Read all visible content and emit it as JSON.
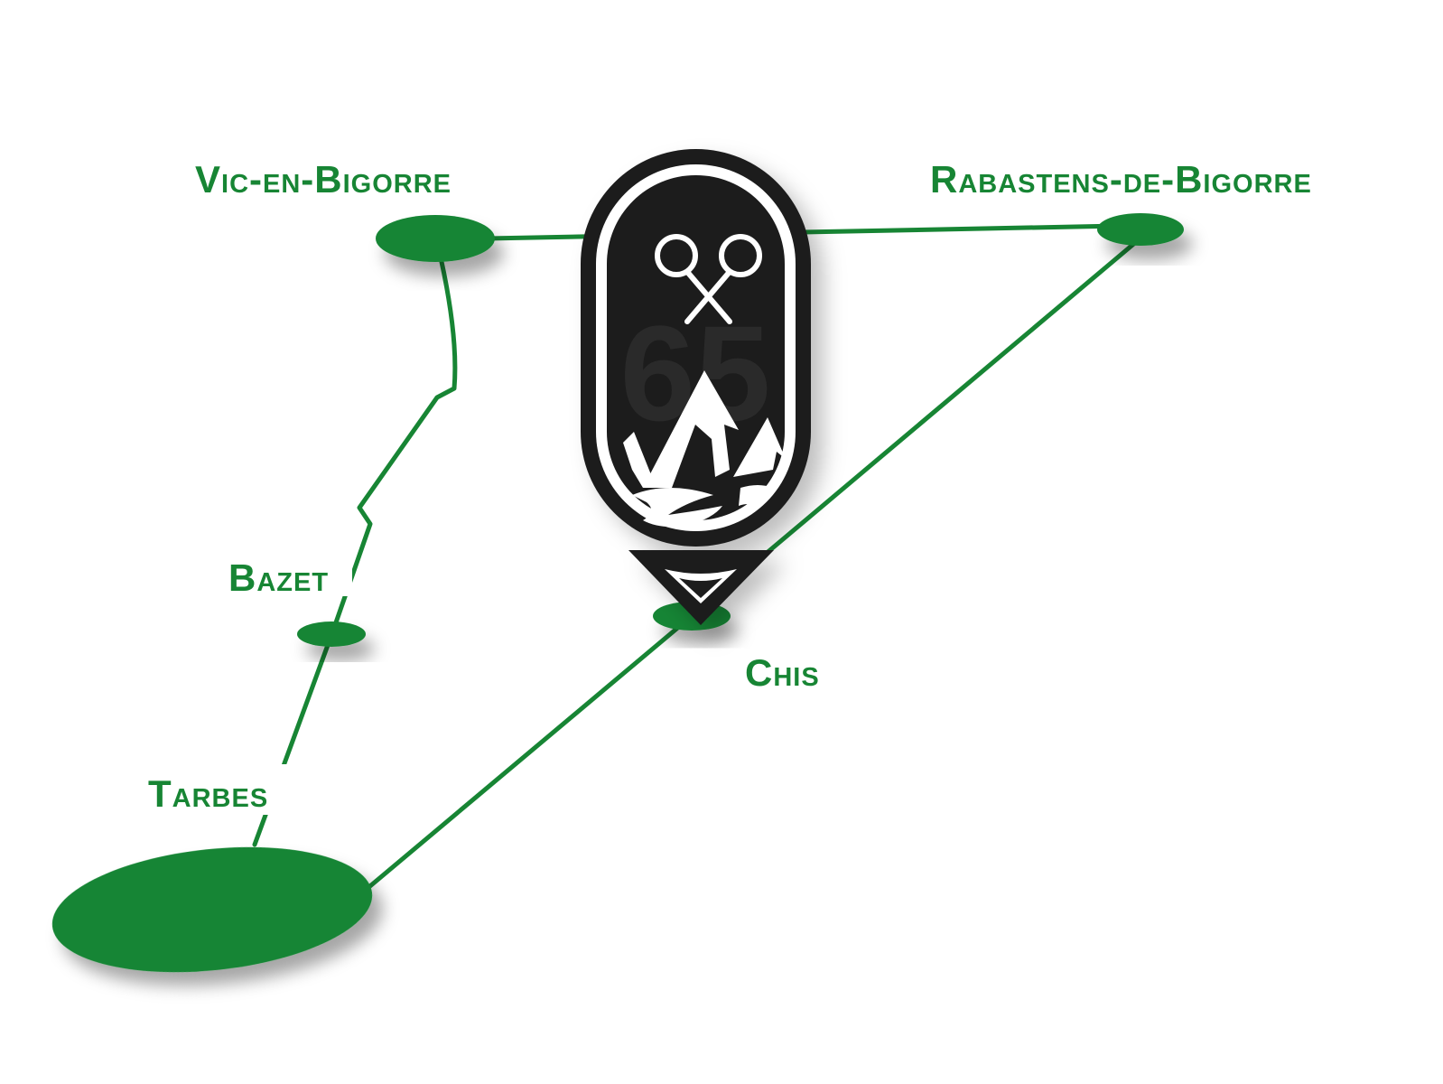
{
  "map": {
    "route_color": "#178534",
    "badge_color": "#1c1c1c",
    "badge_icon": "crossed-badminton-rackets-icon",
    "badge_watermark": "65",
    "towns": {
      "vic": {
        "label": "Vic-en-Bigorre"
      },
      "rabastens": {
        "label": "Rabastens-de-Bigorre"
      },
      "bazet": {
        "label": "Bazet"
      },
      "chis": {
        "label": "Chis"
      },
      "tarbes": {
        "label": "Tarbes"
      }
    }
  }
}
